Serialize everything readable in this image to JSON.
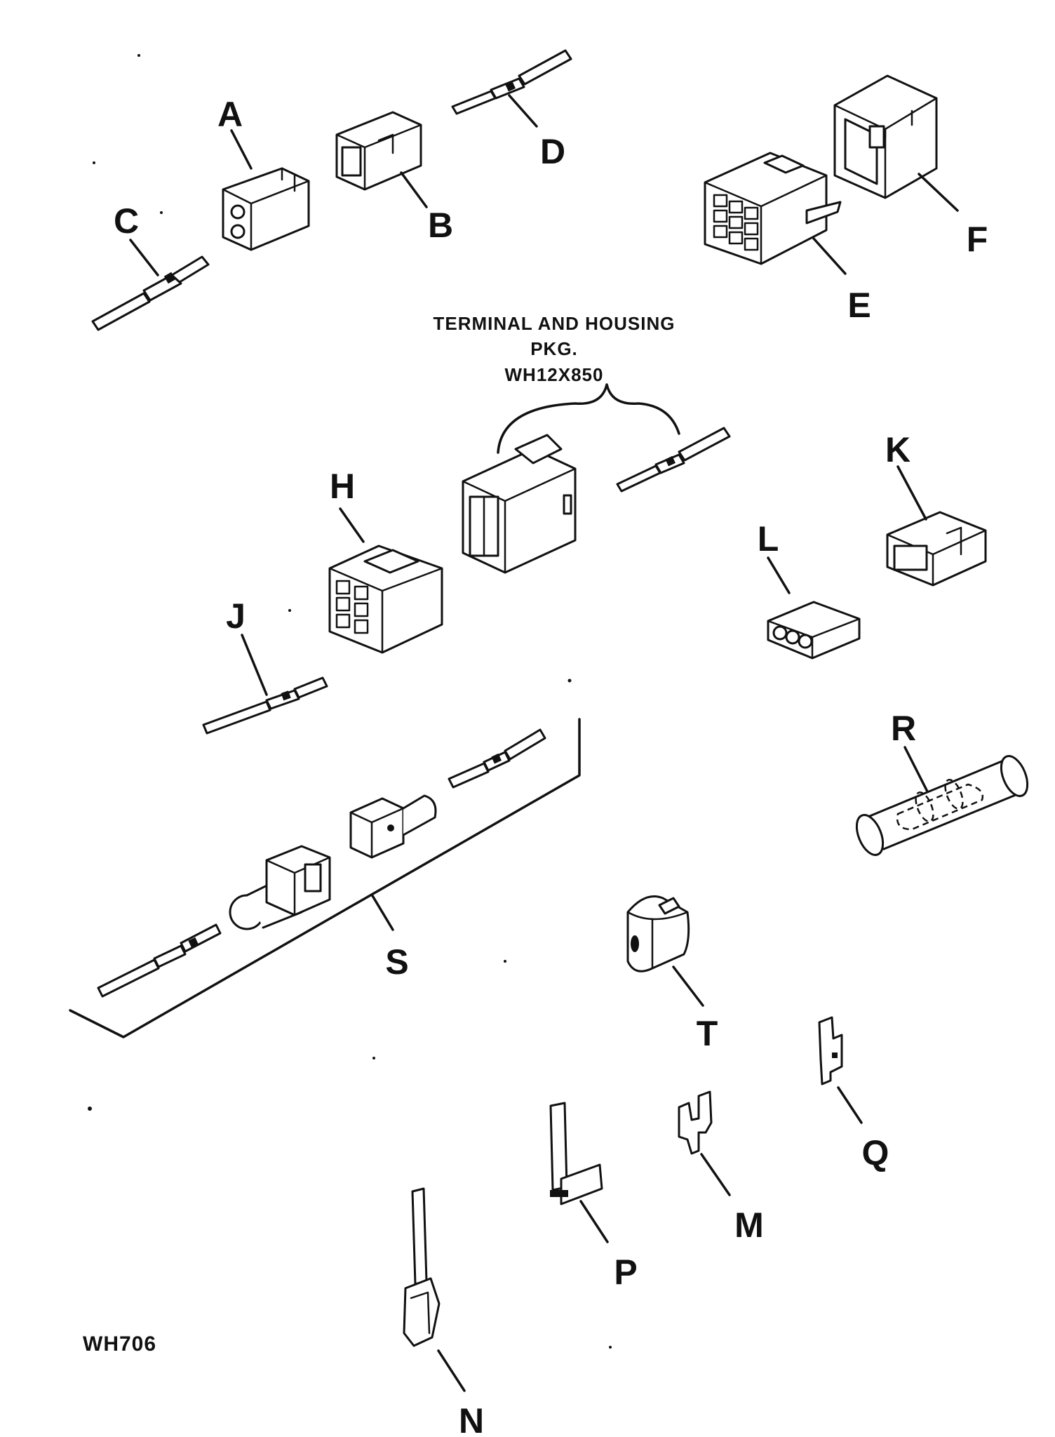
{
  "kit_label": {
    "line1": "TERMINAL AND HOUSING",
    "line2": "PKG.",
    "line3": "WH12X850"
  },
  "figure_id": "WH706",
  "labels": {
    "A": "A",
    "B": "B",
    "C": "C",
    "D": "D",
    "E": "E",
    "F": "F",
    "H": "H",
    "J": "J",
    "K": "K",
    "L": "L",
    "M": "M",
    "N": "N",
    "P": "P",
    "Q": "Q",
    "R": "R",
    "S": "S",
    "T": "T"
  }
}
